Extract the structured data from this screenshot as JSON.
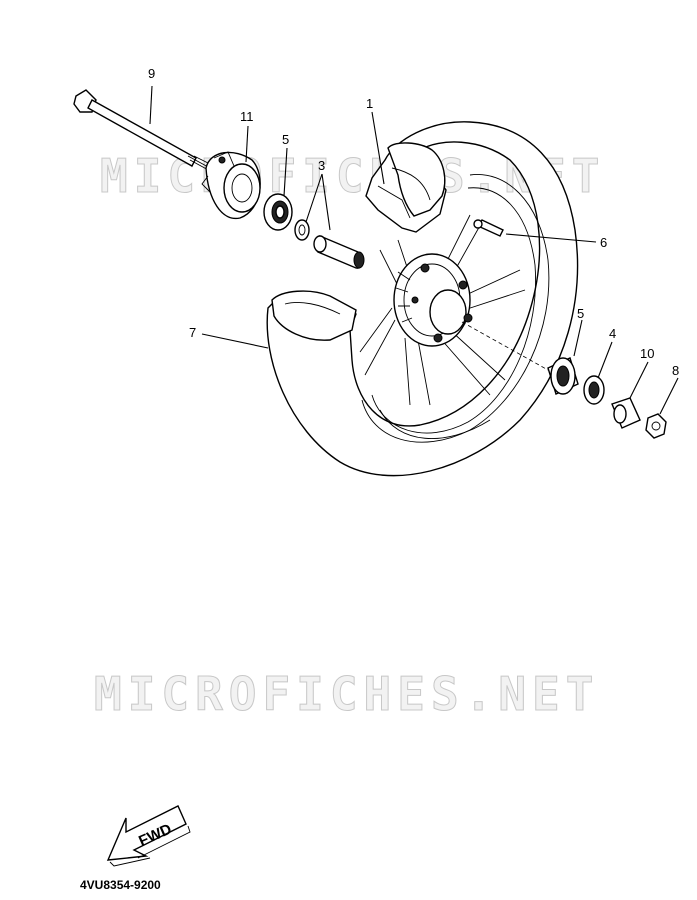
{
  "diagram": {
    "watermarks": [
      "MICROFICHES.NET",
      "MICROFICHES.NET"
    ],
    "callouts": [
      {
        "id": "1",
        "label": "1"
      },
      {
        "id": "3",
        "label": "3"
      },
      {
        "id": "4",
        "label": "4"
      },
      {
        "id": "5a",
        "label": "5"
      },
      {
        "id": "5b",
        "label": "5"
      },
      {
        "id": "6",
        "label": "6"
      },
      {
        "id": "7",
        "label": "7"
      },
      {
        "id": "8",
        "label": "8"
      },
      {
        "id": "9",
        "label": "9"
      },
      {
        "id": "10",
        "label": "10"
      },
      {
        "id": "11",
        "label": "11"
      }
    ],
    "direction_label": "FWD",
    "reference_code": "4VU8354-9200"
  }
}
